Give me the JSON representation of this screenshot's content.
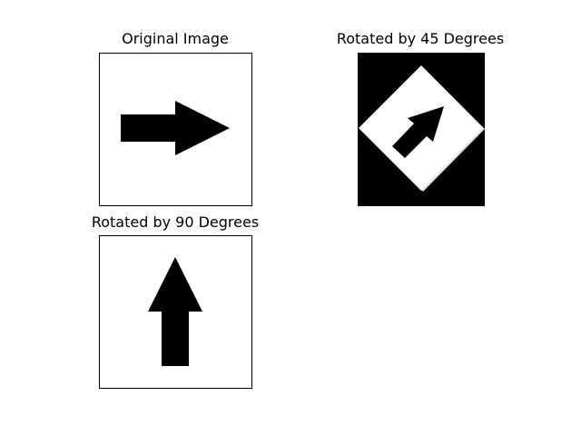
{
  "figure": {
    "panels": [
      {
        "title": "Original Image",
        "rotation_deg": 0
      },
      {
        "title": "Rotated by 45 Degrees",
        "rotation_deg": 45
      },
      {
        "title": "Rotated by 90 Degrees",
        "rotation_deg": 90
      }
    ],
    "colors": {
      "arrow": "#000000",
      "background": "#ffffff",
      "fill_corners": "#000000",
      "frame": "#000000"
    }
  }
}
